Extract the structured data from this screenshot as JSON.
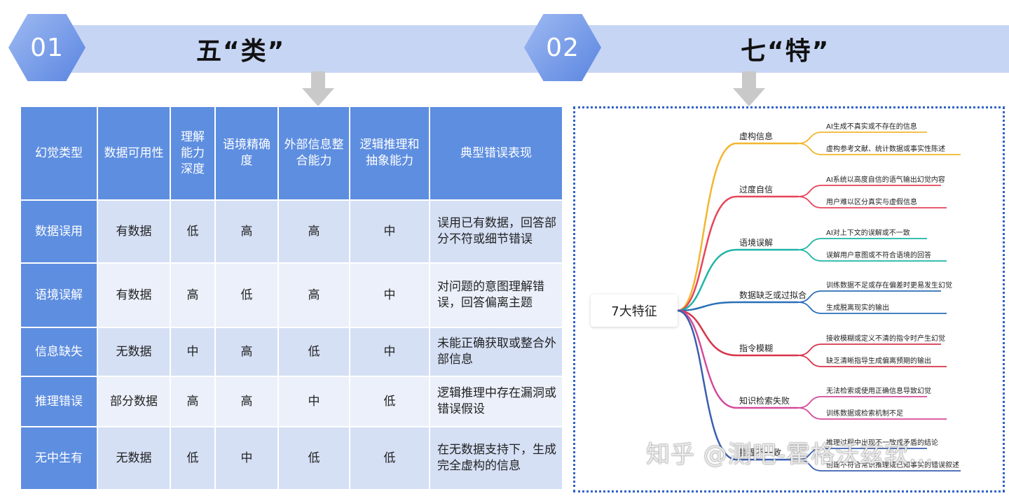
{
  "sections": [
    {
      "number": "01",
      "title": "五“类”"
    },
    {
      "number": "02",
      "title": "七“特”"
    }
  ],
  "table": {
    "headers": [
      "幻觉类型",
      "数据可用性",
      "理解能力深度",
      "语境精确度",
      "外部信息整合能力",
      "逻辑推理和抽象能力",
      "典型错误表现"
    ],
    "rows": [
      [
        "数据误用",
        "有数据",
        "低",
        "高",
        "高",
        "中",
        "误用已有数据，回答部分不符或细节错误"
      ],
      [
        "语境误解",
        "有数据",
        "高",
        "低",
        "高",
        "中",
        "对问题的意图理解错误，回答偏离主题"
      ],
      [
        "信息缺失",
        "无数据",
        "中",
        "高",
        "低",
        "中",
        "未能正确获取或整合外部信息"
      ],
      [
        "推理错误",
        "部分数据",
        "高",
        "高",
        "中",
        "低",
        "逻辑推理中存在漏洞或错误假设"
      ],
      [
        "无中生有",
        "无数据",
        "低",
        "中",
        "低",
        "低",
        "在无数据支持下，生成完全虚构的信息"
      ]
    ]
  },
  "mindmap": {
    "root": "7大特征",
    "branches": [
      {
        "label": "虚构信息",
        "color": "#f2b630",
        "children": [
          "AI生成不真实或不存在的信息",
          "虚构参考文献、统计数据或事实性陈述"
        ]
      },
      {
        "label": "过度自信",
        "color": "#e8445a",
        "children": [
          "AI系统以高度自信的语气输出幻觉内容",
          "用户难以区分真实与虚假信息"
        ]
      },
      {
        "label": "语境误解",
        "color": "#1fb5a8",
        "children": [
          "AI对上下文的误解或不一致",
          "误解用户意图或不符合语境的回答"
        ]
      },
      {
        "label": "数据缺乏或过拟合",
        "color": "#2a6fb8",
        "children": [
          "训练数据不足或存在偏差时更易发生幻觉",
          "生成脱离现实的输出"
        ]
      },
      {
        "label": "指令模糊",
        "color": "#d8344a",
        "children": [
          "接收模糊或定义不清的指令时产生幻觉",
          "缺乏清晰指导生成偏离预期的输出"
        ]
      },
      {
        "label": "知识检索失败",
        "color": "#d44a9a",
        "children": [
          "无法检索或使用正确信息导致幻觉",
          "训练数据或检索机制不足"
        ]
      },
      {
        "label": "推理不一致",
        "color": "#3a5fb0",
        "children": [
          "推理过程中出现不一致或矛盾的结论",
          "创建不符合常识推理或已知事实的错误叙述"
        ]
      }
    ]
  },
  "watermark": "知乎 @测吧-霍格沃兹软..."
}
